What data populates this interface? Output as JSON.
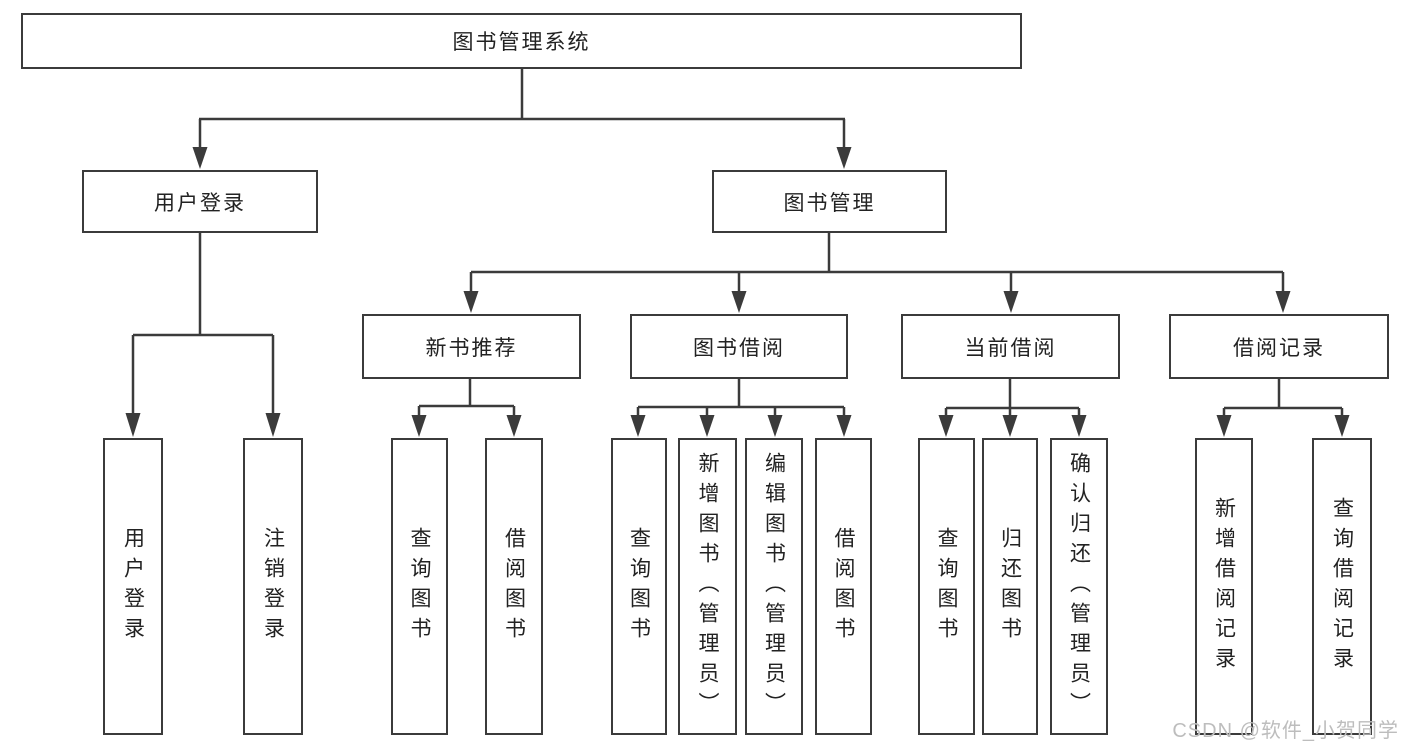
{
  "diagram": {
    "type": "tree",
    "background": "#ffffff",
    "line_color": "#3b3b3b",
    "text_color": "#222222",
    "watermark": {
      "text": "CSDN @软件_小贺同学",
      "color": "#bdbdbd"
    },
    "nodes": {
      "root": {
        "label": "图书管理系统"
      },
      "user_login": {
        "label": "用户登录",
        "parent": "root"
      },
      "book_mgmt": {
        "label": "图书管理",
        "parent": "root"
      },
      "leaf_user_login": {
        "label": "用户登录",
        "parent": "user_login"
      },
      "leaf_logout": {
        "label": "注销登录",
        "parent": "user_login"
      },
      "new_book_rec": {
        "label": "新书推荐",
        "parent": "book_mgmt"
      },
      "book_borrow": {
        "label": "图书借阅",
        "parent": "book_mgmt"
      },
      "current_borrow": {
        "label": "当前借阅",
        "parent": "book_mgmt"
      },
      "borrow_records": {
        "label": "借阅记录",
        "parent": "book_mgmt"
      },
      "nbr_query": {
        "label": "查询图书",
        "parent": "new_book_rec"
      },
      "nbr_borrow": {
        "label": "借阅图书",
        "parent": "new_book_rec"
      },
      "bb_query": {
        "label": "查询图书",
        "parent": "book_borrow"
      },
      "bb_add": {
        "label": "新增图书（管理员）",
        "parent": "book_borrow"
      },
      "bb_edit": {
        "label": "编辑图书（管理员）",
        "parent": "book_borrow"
      },
      "bb_borrow": {
        "label": "借阅图书",
        "parent": "book_borrow"
      },
      "cb_query": {
        "label": "查询图书",
        "parent": "current_borrow"
      },
      "cb_return": {
        "label": "归还图书",
        "parent": "current_borrow"
      },
      "cb_confirm": {
        "label": "确认归还（管理员）",
        "parent": "current_borrow"
      },
      "br_add": {
        "label": "新增借阅记录",
        "parent": "borrow_records"
      },
      "br_query": {
        "label": "查询借阅记录",
        "parent": "borrow_records"
      }
    }
  }
}
